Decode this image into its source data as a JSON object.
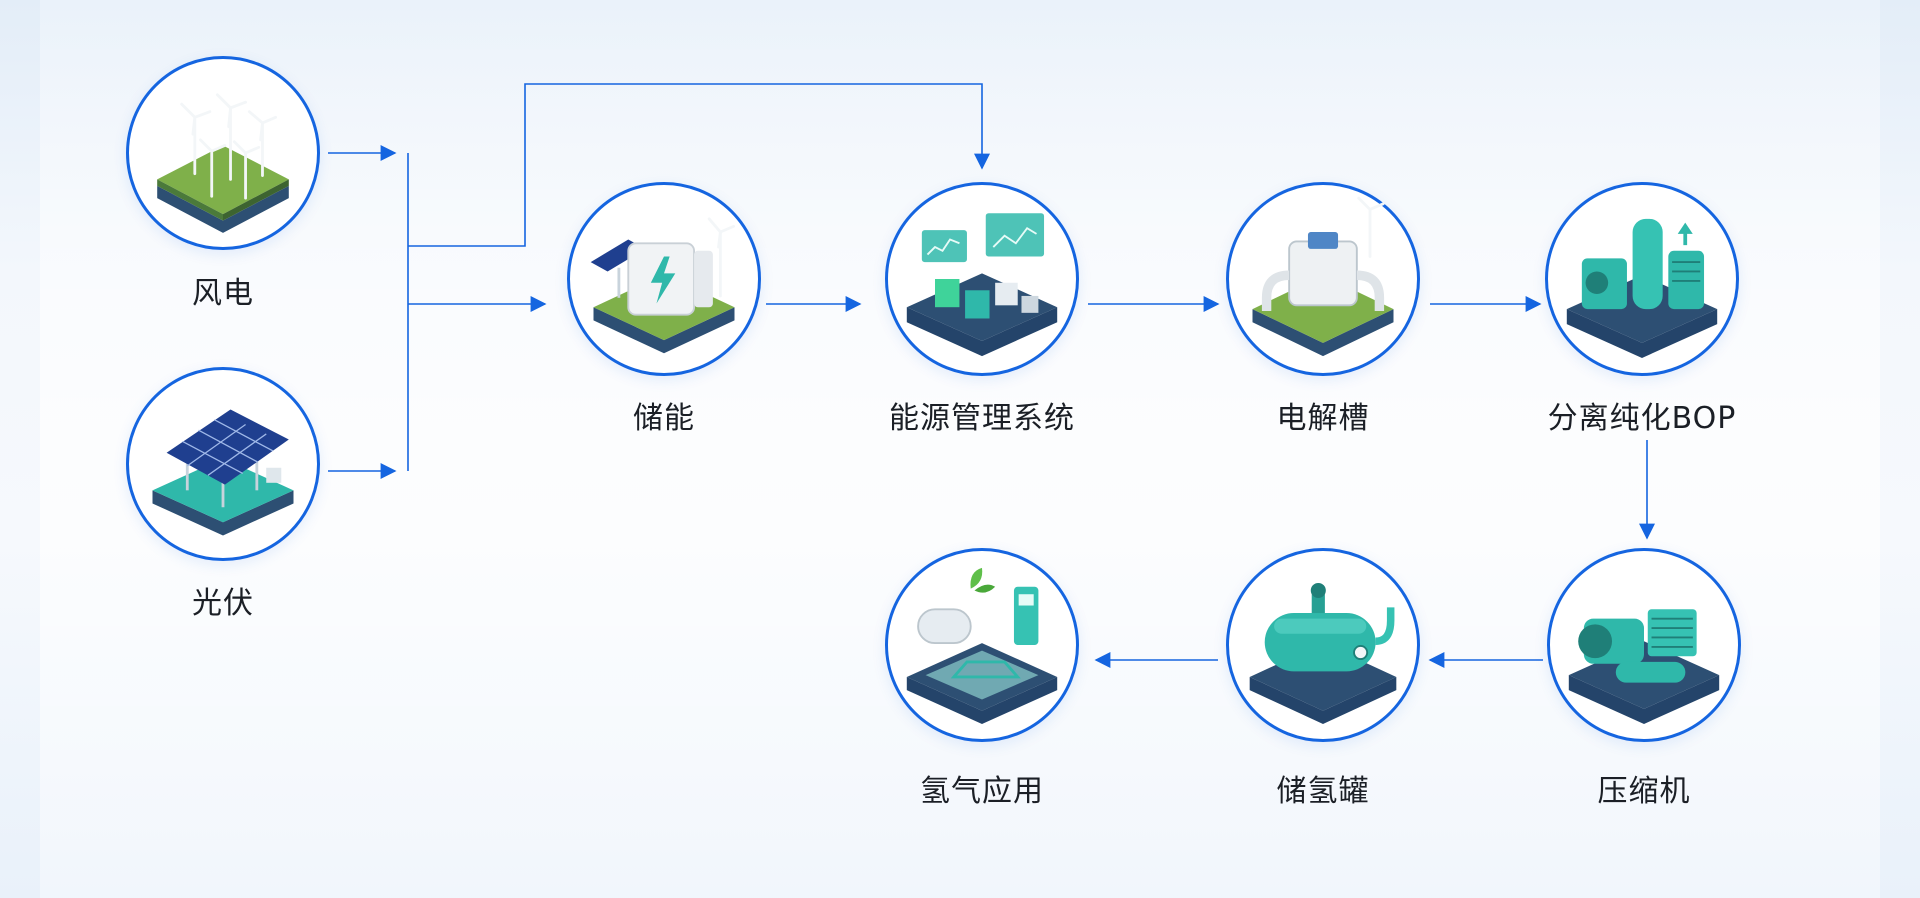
{
  "diagram": {
    "nodes": [
      {
        "id": "wind",
        "label": "风电",
        "icon": "wind-farm-icon"
      },
      {
        "id": "solar",
        "label": "光伏",
        "icon": "solar-panel-icon"
      },
      {
        "id": "storage",
        "label": "储能",
        "icon": "battery-storage-icon"
      },
      {
        "id": "ems",
        "label": "能源管理系统",
        "icon": "energy-management-icon"
      },
      {
        "id": "electrolyzer",
        "label": "电解槽",
        "icon": "electrolyzer-icon"
      },
      {
        "id": "bop",
        "label": "分离纯化BOP",
        "icon": "purification-unit-icon"
      },
      {
        "id": "compressor",
        "label": "压缩机",
        "icon": "compressor-icon"
      },
      {
        "id": "h2tank",
        "label": "储氢罐",
        "icon": "hydrogen-tank-icon"
      },
      {
        "id": "application",
        "label": "氢气应用",
        "icon": "hydrogen-application-icon"
      }
    ],
    "edges": [
      {
        "from": "wind",
        "to": "storage"
      },
      {
        "from": "solar",
        "to": "storage"
      },
      {
        "from": "wind",
        "to": "ems"
      },
      {
        "from": "storage",
        "to": "ems"
      },
      {
        "from": "ems",
        "to": "electrolyzer"
      },
      {
        "from": "electrolyzer",
        "to": "bop"
      },
      {
        "from": "bop",
        "to": "compressor"
      },
      {
        "from": "compressor",
        "to": "h2tank"
      },
      {
        "from": "h2tank",
        "to": "application"
      }
    ],
    "colors": {
      "accent": "#1565e0",
      "platform": "#2d4f73",
      "teal": "#2fb8aa",
      "grass": "#7fb04a"
    }
  }
}
